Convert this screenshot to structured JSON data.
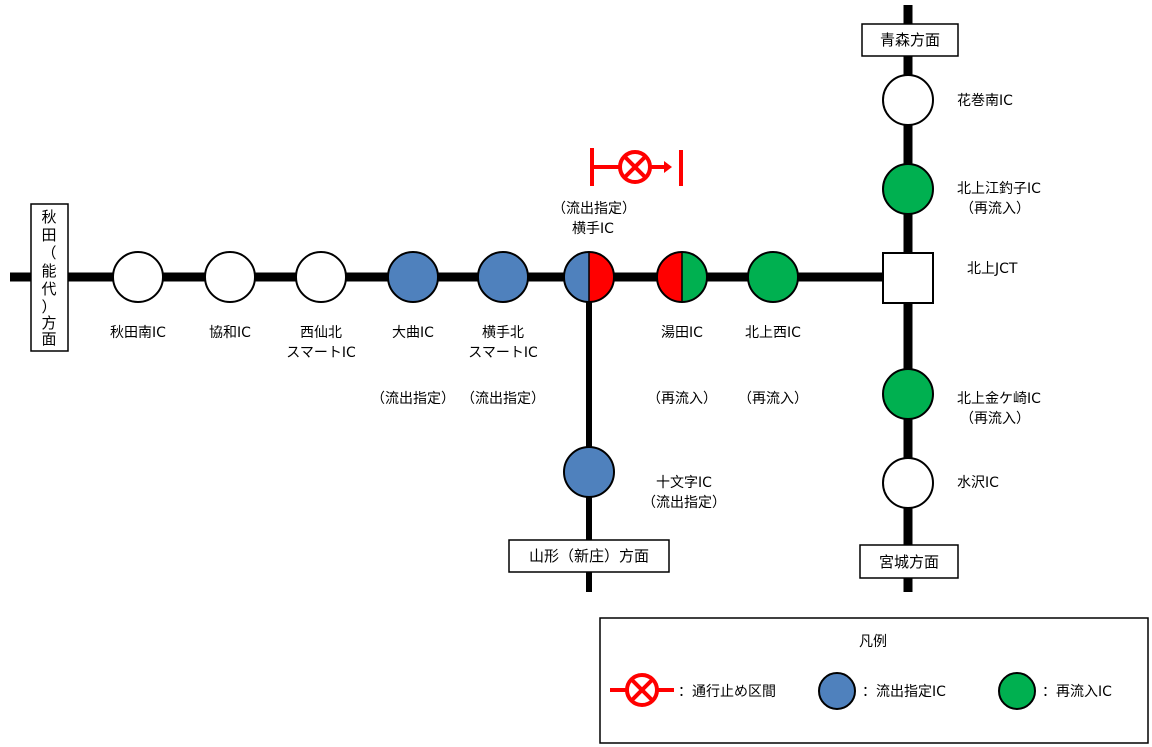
{
  "directions": {
    "aomori": "青森方面",
    "miyagi": "宮城方面",
    "yamagata": "山形（新庄）方面",
    "akita": [
      "秋",
      "田",
      "（",
      "能",
      "代",
      "）",
      "方",
      "面"
    ]
  },
  "interchanges": {
    "akitaminami": {
      "name": "秋田南IC"
    },
    "kyowa": {
      "name": "協和IC"
    },
    "seisenboku": {
      "name": [
        "西仙北",
        "スマートIC"
      ]
    },
    "omagari": {
      "name": "大曲IC",
      "note": "（流出指定）"
    },
    "yokotekita": {
      "name": [
        "横手北",
        "スマートIC"
      ],
      "note": "（流出指定）"
    },
    "yokote": {
      "name": "横手IC",
      "note": "（流出指定）"
    },
    "yuda": {
      "name": "湯田IC",
      "note": "（再流入）"
    },
    "kitakaminishi": {
      "name": "北上西IC",
      "note": "（再流入）"
    },
    "jumonji": {
      "name": "十文字IC",
      "note": "（流出指定）"
    },
    "hanamakiminami": {
      "name": "花巻南IC"
    },
    "kitakamiesashi": {
      "name": "北上江釣子IC",
      "note": "（再流入）"
    },
    "kitakamijct": {
      "name": "北上JCT"
    },
    "kitakamikanegasaki": {
      "name": "北上金ケ崎IC",
      "note": "（再流入）"
    },
    "mizusawa": {
      "name": "水沢IC"
    }
  },
  "legend": {
    "title": "凡例",
    "closure": "：通行止め区間",
    "exit": "：流出指定IC",
    "reentry": "：再流入IC"
  },
  "colors": {
    "line": "#000000",
    "closure": "#ff0000",
    "exit": "#4f81bd",
    "reentry": "#00b050",
    "none": "#ffffff"
  }
}
